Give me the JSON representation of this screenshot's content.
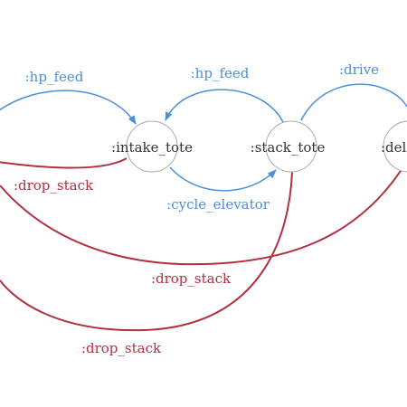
{
  "colors": {
    "blue": "#4a90d9",
    "red": "#b03040",
    "node_stroke": "#aaaaaa",
    "text": "#333333"
  },
  "nodes": [
    {
      "id": "intake_tote",
      "label": ":intake_tote"
    },
    {
      "id": "stack_tote",
      "label": ":stack_tote"
    },
    {
      "id": "deliver",
      "label": ":del"
    }
  ],
  "edges": [
    {
      "id": "e1",
      "label": ":hp_feed",
      "color": "blue"
    },
    {
      "id": "e2",
      "label": ":hp_feed",
      "color": "blue"
    },
    {
      "id": "e3",
      "label": ":drive",
      "color": "blue"
    },
    {
      "id": "e4",
      "label": ":cycle_elevator",
      "color": "blue"
    },
    {
      "id": "e5",
      "label": ":drop_stack",
      "color": "red"
    },
    {
      "id": "e6",
      "label": ":drop_stack",
      "color": "red"
    },
    {
      "id": "e7",
      "label": ":drop_stack",
      "color": "red"
    }
  ]
}
